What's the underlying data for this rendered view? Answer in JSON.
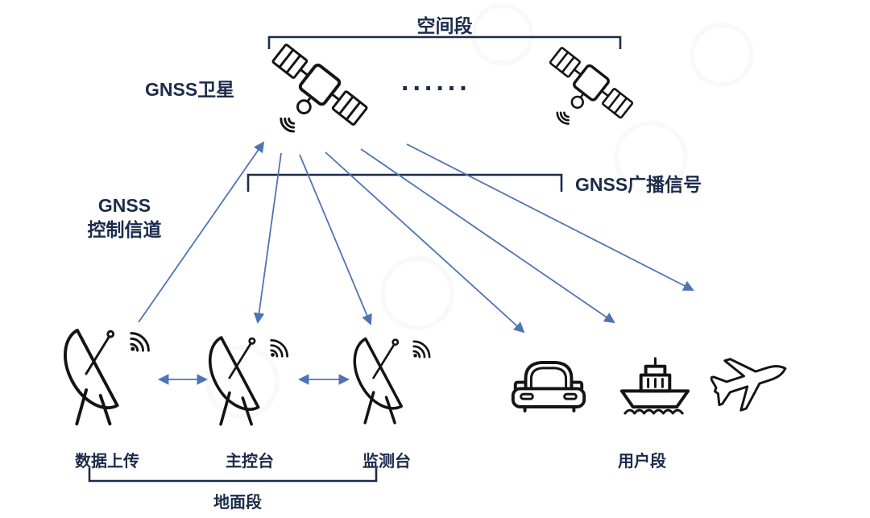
{
  "colors": {
    "text": "#1c2b4a",
    "arrow": "#4f74b5",
    "bracket": "#1c2b4a",
    "icon": "#141414"
  },
  "space_segment": {
    "label": "空间段",
    "satellite_label": "GNSS卫星",
    "dots": "......"
  },
  "signals": {
    "broadcast_label": "GNSS广播信号",
    "control_label_line1": "GNSS",
    "control_label_line2": "控制信道"
  },
  "ground_segment": {
    "label": "地面段",
    "stations": [
      {
        "label": "数据上传"
      },
      {
        "label": "主控台"
      },
      {
        "label": "监测台"
      }
    ]
  },
  "user_segment": {
    "label": "用户段",
    "vehicles": [
      "car",
      "ship",
      "airplane"
    ]
  },
  "icons": {
    "satellite": "satellite-icon",
    "ground_station": "satellite-dish-icon",
    "car": "car-icon",
    "ship": "ship-icon",
    "airplane": "airplane-icon"
  }
}
